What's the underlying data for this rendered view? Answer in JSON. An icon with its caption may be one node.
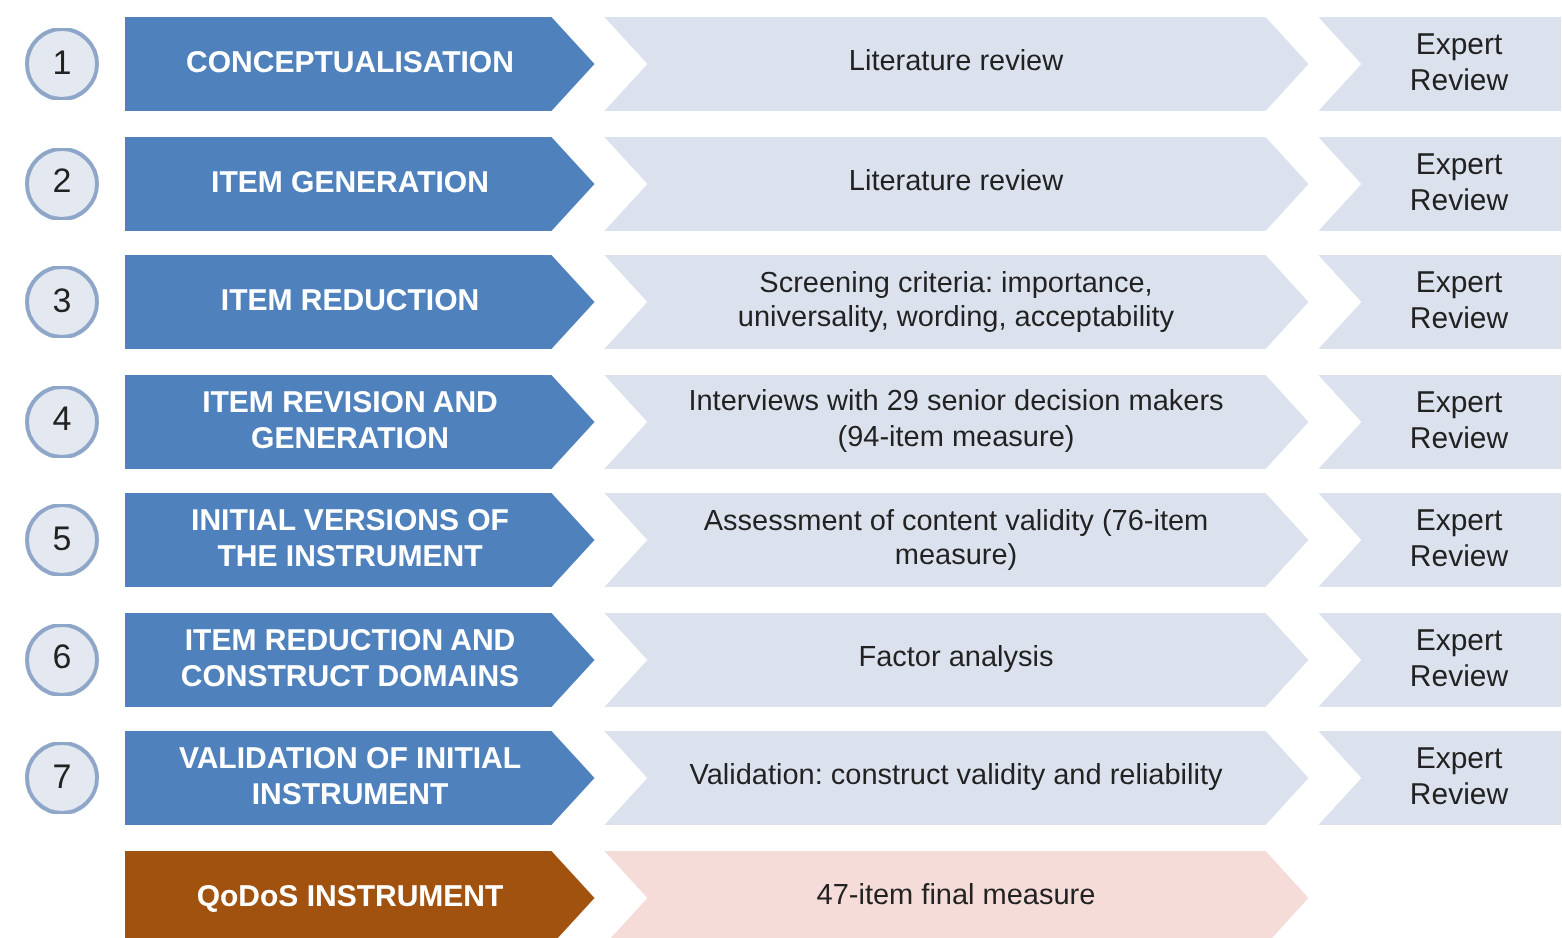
{
  "diagram": {
    "nodes": [
      {
        "text": [
          "1"
        ]
      },
      {
        "text": [
          "CONCEPTUALISATION"
        ]
      },
      {
        "text": [
          "Literature review"
        ]
      },
      {
        "text": [
          "Expert Review"
        ]
      },
      {
        "text": [
          "2"
        ]
      },
      {
        "text": [
          "ITEM GENERATION"
        ]
      },
      {
        "text": [
          "Literature review"
        ]
      },
      {
        "text": [
          "Expert Review"
        ]
      },
      {
        "text": [
          "3"
        ]
      },
      {
        "text": [
          "ITEM REDUCTION"
        ]
      },
      {
        "text": [
          "Screening criteria: importance, universality, wording, acceptability"
        ]
      },
      {
        "text": [
          "Expert Review"
        ]
      },
      {
        "text": [
          "4"
        ]
      },
      {
        "text": [
          "ITEM REVISION AND GENERATION"
        ]
      },
      {
        "text": [
          "Interviews with 29 senior decision makers (94-item measure)"
        ]
      },
      {
        "text": [
          "Expert Review"
        ]
      },
      {
        "text": [
          "5"
        ]
      },
      {
        "text": [
          "INITIAL VERSIONS OF THE INSTRUMENT"
        ]
      },
      {
        "text": [
          "Assessment of content validity (76-item measure)"
        ]
      },
      {
        "text": [
          "Expert Review"
        ]
      },
      {
        "text": [
          "6"
        ]
      },
      {
        "text": [
          "ITEM REDUCTION AND CONSTRUCT DOMAINS"
        ]
      },
      {
        "text": [
          "Factor analysis"
        ]
      },
      {
        "text": [
          "Expert Review"
        ]
      },
      {
        "text": [
          "7"
        ]
      },
      {
        "text": [
          "VALIDATION OF INITIAL INSTRUMENT"
        ]
      },
      {
        "text": [
          "Validation: construct validity and reliability"
        ]
      },
      {
        "text": [
          "Expert Review"
        ]
      },
      {
        "text": [
          "QoDoS INSTRUMENT"
        ]
      },
      {
        "text": [
          "47-item final measure"
        ]
      }
    ],
    "edges": []
  }
}
